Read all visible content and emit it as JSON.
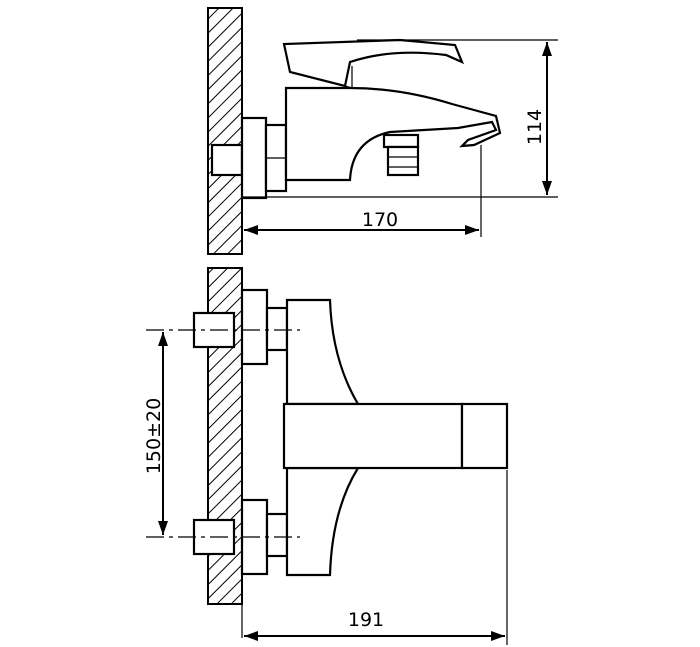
{
  "diagram": {
    "side_view": {
      "width_dimension": "170",
      "height_dimension": "114"
    },
    "top_view": {
      "centers_dimension": "150±20",
      "depth_dimension": "191"
    }
  },
  "icons": [
    "wall-hatch",
    "faucet-body",
    "handle",
    "spout",
    "connector-nut",
    "eccentric-fitting"
  ]
}
